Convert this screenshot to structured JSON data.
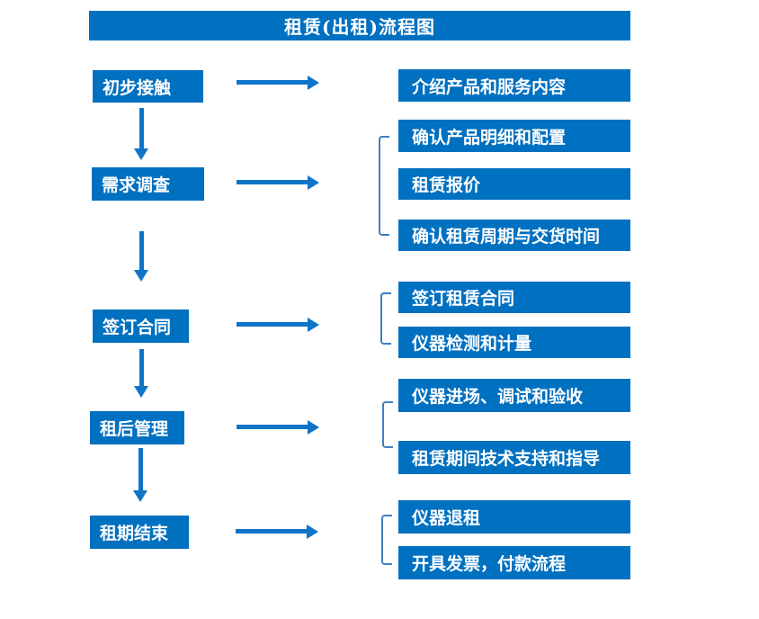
{
  "title": "租赁(出租)流程图",
  "colors": {
    "primary": "#0070c0",
    "arrow": "#0e74c8",
    "bracket": "#3f7fc1",
    "text": "#ffffff",
    "background": "#ffffff"
  },
  "flow": {
    "steps": [
      {
        "label": "初步接触",
        "outputs": [
          "介绍产品和服务内容"
        ]
      },
      {
        "label": "需求调查",
        "outputs": [
          "确认产品明细和配置",
          "租赁报价",
          "确认租赁周期与交货时间"
        ]
      },
      {
        "label": "签订合同",
        "outputs": [
          "签订租赁合同",
          "仪器检测和计量"
        ]
      },
      {
        "label": "租后管理",
        "outputs": [
          "仪器进场、调试和验收",
          "租赁期间技术支持和指导"
        ]
      },
      {
        "label": "租期结束",
        "outputs": [
          "仪器退租",
          "开具发票，付款流程"
        ]
      }
    ]
  }
}
